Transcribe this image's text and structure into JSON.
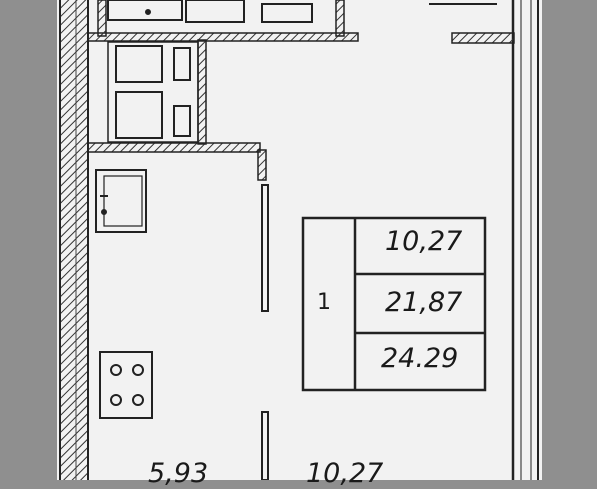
{
  "colors": {
    "background": "#8f8f8f",
    "paper": "#f2f2f2",
    "ink": "#1a1a1a"
  },
  "plan": {
    "room_count": "1",
    "areas": {
      "living_area": "10,27",
      "total_area": "21,87",
      "area_with_balcony": "24.29"
    },
    "room_labels": {
      "kitchen_area": "5,93",
      "room_area": "10,27"
    },
    "icons": [
      "stove-icon",
      "sink-icon",
      "bathtub-icon",
      "toilet-icon"
    ]
  }
}
